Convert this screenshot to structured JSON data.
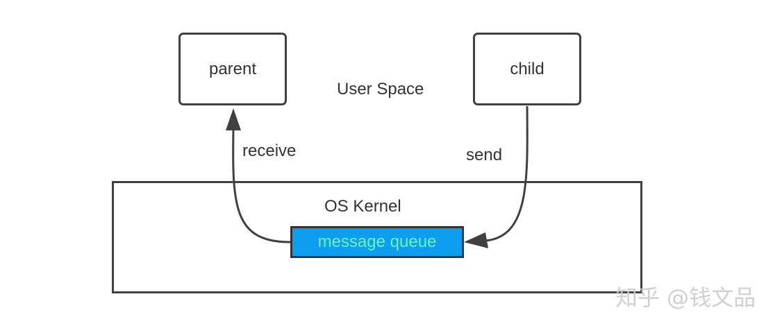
{
  "diagram": {
    "nodes": {
      "parent": "parent",
      "child": "child",
      "queue": "message queue"
    },
    "regions": {
      "user_space": "User Space",
      "kernel": "OS Kernel"
    },
    "edges": {
      "receive": "receive",
      "send": "send"
    },
    "watermark": "知乎 @钱文品"
  },
  "colors": {
    "queue_fill": "#0d9ef0",
    "queue_text": "#6cf5b8",
    "stroke": "#404040",
    "text": "#333333"
  }
}
